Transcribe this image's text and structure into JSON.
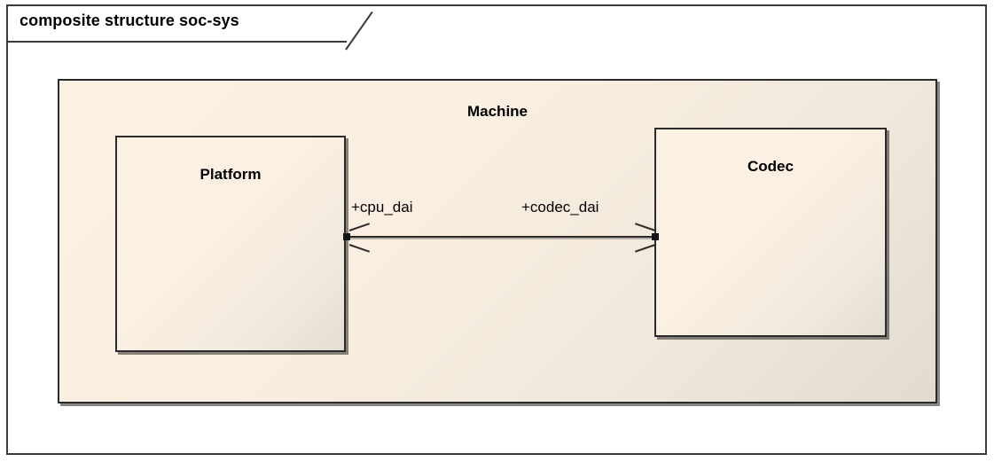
{
  "diagram": {
    "kind": "uml-composite-structure",
    "title": "composite structure soc-sys",
    "frame_border_color": "#3a3a3a",
    "background_color": "#ffffff",
    "box_border_color": "#2b2b2b",
    "box_fill_light": "#fbf0e2",
    "box_fill_dark": "#e2dbd0"
  },
  "composite": {
    "name": "Machine",
    "parts": [
      {
        "name": "Platform"
      },
      {
        "name": "Codec"
      }
    ]
  },
  "connector": {
    "source_role": "+cpu_dai",
    "target_role": "+codec_dai",
    "source_part": "Platform",
    "target_part": "Codec",
    "line_color": "#2b2b2b",
    "port_color": "#151515"
  }
}
